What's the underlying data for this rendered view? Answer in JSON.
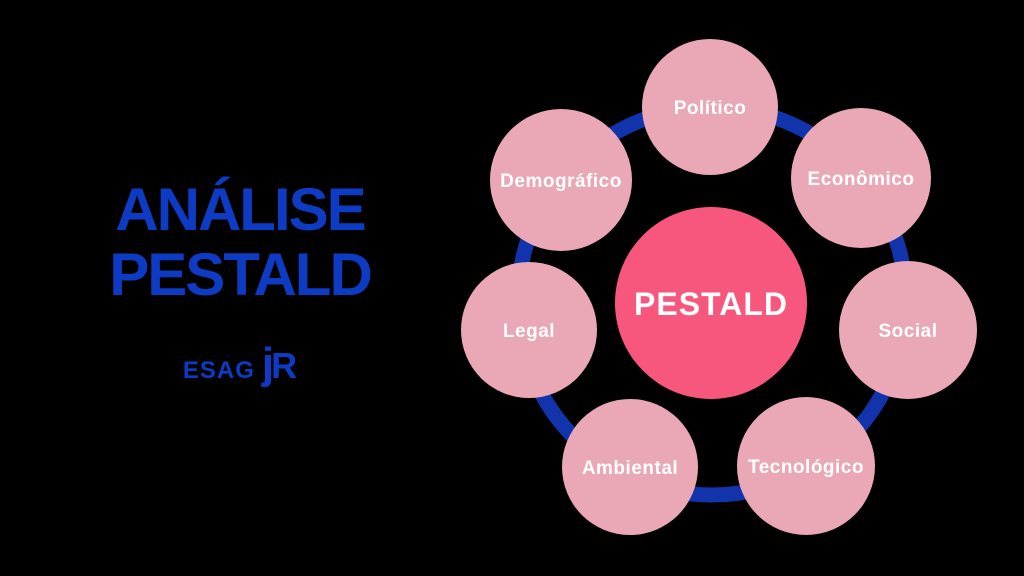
{
  "background_color": "#000000",
  "left_panel": {
    "title_line1": "ANÁLISE",
    "title_line2": "PESTALD",
    "brand_color": "#0E3BC3",
    "logo": {
      "esag": "ESAG",
      "j": "j",
      "r": "R"
    }
  },
  "diagram": {
    "ring_color": "#1134AC",
    "satellite_color": "#EAA7B5",
    "label_color": "#FFFFFF",
    "center": {
      "label": "PESTALD",
      "color": "#F8577D"
    },
    "nodes": [
      {
        "id": "politico",
        "label": "Político"
      },
      {
        "id": "economico",
        "label": "Econômico"
      },
      {
        "id": "social",
        "label": "Social"
      },
      {
        "id": "tecnologico",
        "label": "Tecnológico"
      },
      {
        "id": "ambiental",
        "label": "Ambiental"
      },
      {
        "id": "legal",
        "label": "Legal"
      },
      {
        "id": "demografico",
        "label": "Demográfico"
      }
    ]
  }
}
